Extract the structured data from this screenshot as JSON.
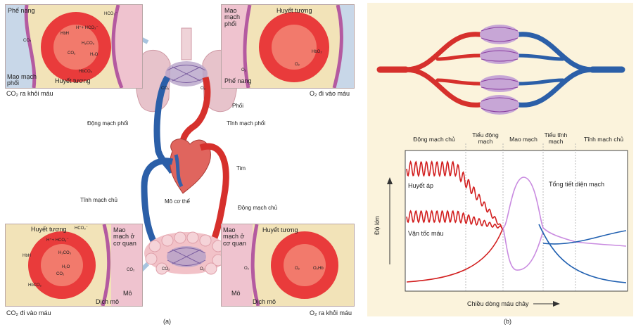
{
  "panel_a": {
    "caption": "(a)",
    "tl": {
      "phe_nang": "Phế nang",
      "hco3": "HCO₃⁻",
      "hbh": "HbH",
      "h_hco3": "H⁺+ HCO₃⁻",
      "co2_left": "CO₂",
      "h2co3": "H₂CO₃",
      "co2_mid": "CO₂",
      "h2o": "H₂O",
      "hbco2": "HbCO₂",
      "mao_mach_phoi": "Mao mạch phổi",
      "huyet_tuong": "Huyết tương",
      "caption": "CO₂ ra khỏi máu"
    },
    "tr": {
      "mao_mach_phoi": "Mao mạch phổi",
      "huyet_tuong": "Huyết tương",
      "hbo2": "HbO₂",
      "o2_left": "O₂",
      "o2_mid": "O₂",
      "phe_nang": "Phế nang",
      "caption": "O₂ đi vào máu"
    },
    "center": {
      "co2": "CO₂",
      "o2": "O₂",
      "phoi": "Phổi",
      "dong_mach_phoi": "Động mạch phổi",
      "tinh_mach_phoi": "Tĩnh mạch phổi",
      "tim": "Tim",
      "tinh_mach_chu": "Tĩnh mạch chủ",
      "mo_co_the": "Mô cơ thể",
      "dong_mach_chu": "Động mạch chủ",
      "co2_b": "CO₂",
      "o2_b": "O₂"
    },
    "bl": {
      "huyet_tuong": "Huyết tương",
      "hco3": "HCO₃⁻",
      "h_hco3": "H⁺+ HCO₃⁻",
      "hbh": "HbH",
      "h2co3": "H₂CO₃",
      "h2o": "H₂O",
      "co2_mid": "CO₂",
      "hbco2": "HbCO₂",
      "co2_right": "CO₂",
      "mao_mach_co_quan": "Mao mạch ở cơ quan",
      "mo": "Mô",
      "dich_mo": "Dịch mô",
      "caption": "CO₂ đi vào máu"
    },
    "br": {
      "mao_mach_co_quan": "Mao mạch ở cơ quan",
      "huyet_tuong": "Huyết tương",
      "o2_left": "O₂",
      "o2_mid": "O₂",
      "o2hb": "O₂Hb",
      "mo": "Mô",
      "dich_mo": "Dịch mô",
      "caption": "O₂ ra khỏi máu"
    }
  },
  "panel_b": {
    "caption": "(b)",
    "headers": [
      "Động mạch chủ",
      "Tiểu động mạch",
      "Mao mạch",
      "Tiểu tĩnh mạch",
      "Tĩnh mạch chủ"
    ],
    "ylabel": "Độ lớn",
    "xlabel": "Chiều dòng máu chảy",
    "series_labels": {
      "huyet_ap": "Huyết áp",
      "van_toc": "Vận tốc máu",
      "tiet_dien": "Tổng tiết diện mạch"
    },
    "colors": {
      "red": "#d21f1f",
      "purple": "#c98be0",
      "blue": "#1f5fb0"
    }
  }
}
